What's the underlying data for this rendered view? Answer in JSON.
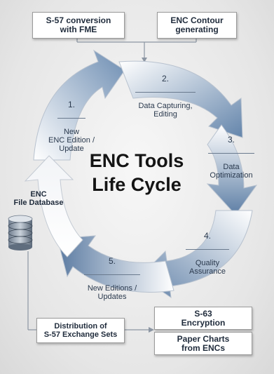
{
  "diagram": {
    "title": "ENC Tools\nLife Cycle",
    "top_boxes": {
      "left": "S-57 conversion\nwith FME",
      "right": "ENC Contour\ngenerating"
    },
    "stages": [
      {
        "number": "1.",
        "label": "New\nENC Edition /\nUpdate"
      },
      {
        "number": "2.",
        "label": "Data Capturing,\nEditing"
      },
      {
        "number": "3.",
        "label": "Data\nOptimization"
      },
      {
        "number": "4.",
        "label": "Quality\nAssurance"
      },
      {
        "number": "5.",
        "label": "New Editions /\nUpdates"
      }
    ],
    "database_label": "ENC\nFile Database",
    "distribution_box": "Distribution of\nS-57 Exchange Sets",
    "output_boxes": {
      "encryption": "S-63\nEncryption",
      "paper_charts": "Paper Charts\nfrom ENCs"
    },
    "colors": {
      "arrow_light": "#ffffff",
      "arrow_dark": "#5f7fa3",
      "text": "#1f2b3b"
    }
  }
}
